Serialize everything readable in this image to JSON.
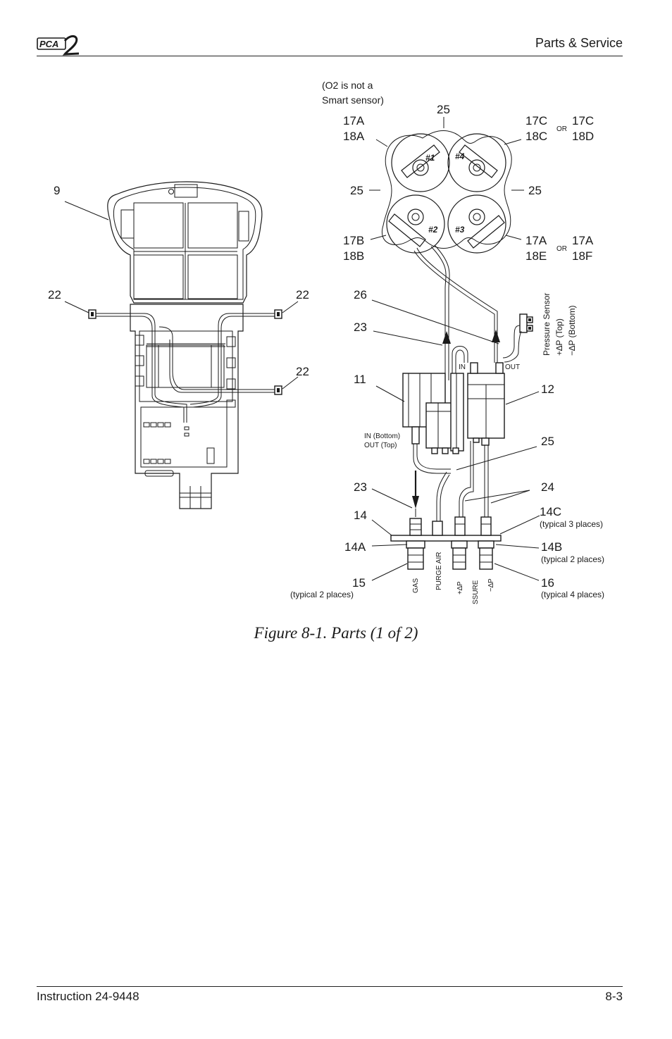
{
  "header": {
    "logo": "PCA2",
    "section": "Parts & Service"
  },
  "footer": {
    "instruction": "Instruction 24-9448",
    "page": "8-3"
  },
  "caption": "Figure 8-1.  Parts (1 of 2)",
  "icons": {
    "logo": "pca2-logo-icon"
  },
  "labels": {
    "o2_note_1": "(O2 is not a",
    "o2_note_2": "Smart sensor)",
    "c25_top": "25",
    "c17a_1": "17A",
    "c18a": "18A",
    "c17c_1": "17C",
    "c18c": "18C",
    "or_1": "OR",
    "c17c_2": "17C",
    "c18d": "18D",
    "c9": "9",
    "c25_left": "25",
    "c25_right": "25",
    "c17b": "17B",
    "c18b": "18B",
    "c17a_2": "17A",
    "c18e": "18E",
    "or_2": "OR",
    "c17a_3": "17A",
    "c18f": "18F",
    "c22_left": "22",
    "c22_right": "22",
    "c22_lower": "22",
    "c26": "26",
    "c23_top": "23",
    "c11": "11",
    "c12": "12",
    "c25_mid": "25",
    "c23_bottom": "23",
    "c24": "24",
    "c14": "14",
    "c14c": "14C",
    "typ3": "(typical 3 places)",
    "c14a": "14A",
    "c14b": "14B",
    "typ2_right": "(typical 2 places)",
    "c15": "15",
    "typ2_left": "(typical 2 places)",
    "c16": "16",
    "typ4": "(typical 4 places)",
    "in_bottom": "IN (Bottom)",
    "out_top": "OUT (Top)",
    "in": "IN",
    "out": "OUT",
    "pressure_sensor": "Pressure Sensor",
    "dp_top": "+∆P (Top)",
    "dp_bottom": "−∆P (Bottom)",
    "sensor_1": "#1",
    "sensor_2": "#2",
    "sensor_3": "#3",
    "sensor_4": "#4",
    "port_gas": "GAS",
    "port_purge": "PURGE AIR",
    "port_plus": "+∆P",
    "port_ssure": "SSURE",
    "port_minus": "−∆P"
  }
}
